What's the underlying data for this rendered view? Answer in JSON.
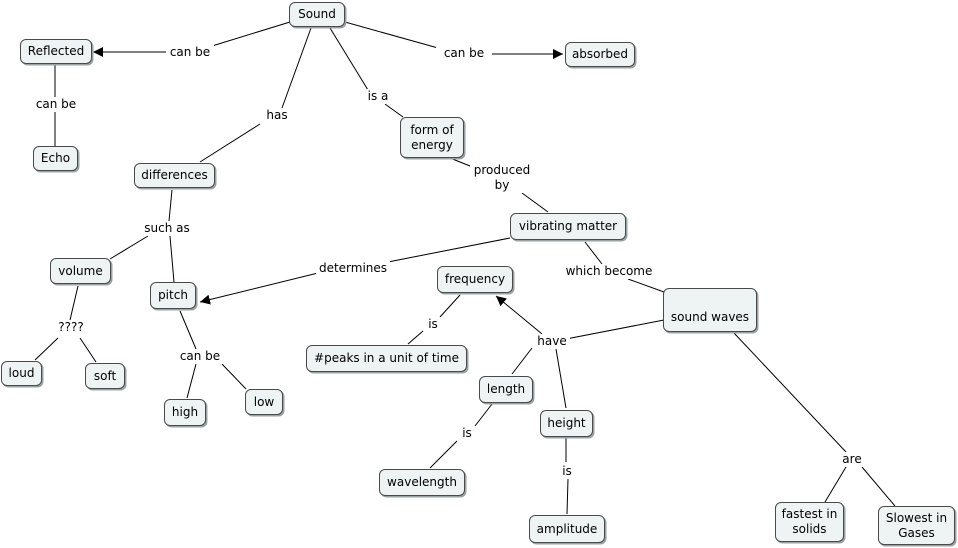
{
  "concepts": {
    "sound": "Sound",
    "reflected": "Reflected",
    "absorbed": "absorbed",
    "echo": "Echo",
    "form_of_energy": "form of\nenergy",
    "differences": "differences",
    "vibrating_matter": "vibrating matter",
    "volume": "volume",
    "pitch": "pitch",
    "frequency": "frequency",
    "sound_waves": "sound waves",
    "loud": "loud",
    "soft": "soft",
    "peaks": "#peaks in a unit of time",
    "high": "high",
    "low": "low",
    "length": "length",
    "height": "height",
    "wavelength": "wavelength",
    "amplitude": "amplitude",
    "fastest_in_solids": "fastest in\nsolids",
    "slowest_in_gases": "Slowest in\nGases"
  },
  "links": {
    "can_be_reflected": "can be",
    "can_be_absorbed": "can  be",
    "can_be_echo": "can be",
    "is_a": "is a",
    "has": "has",
    "produced_by": "produced\nby",
    "such_as": "such as",
    "determines": "determines",
    "which_become": "which become",
    "unknown": "????",
    "is_peaks": "is",
    "have": "have",
    "can_be_pitch": "can be",
    "is_wavelength": "is",
    "is_amplitude": "is",
    "are": "are"
  }
}
